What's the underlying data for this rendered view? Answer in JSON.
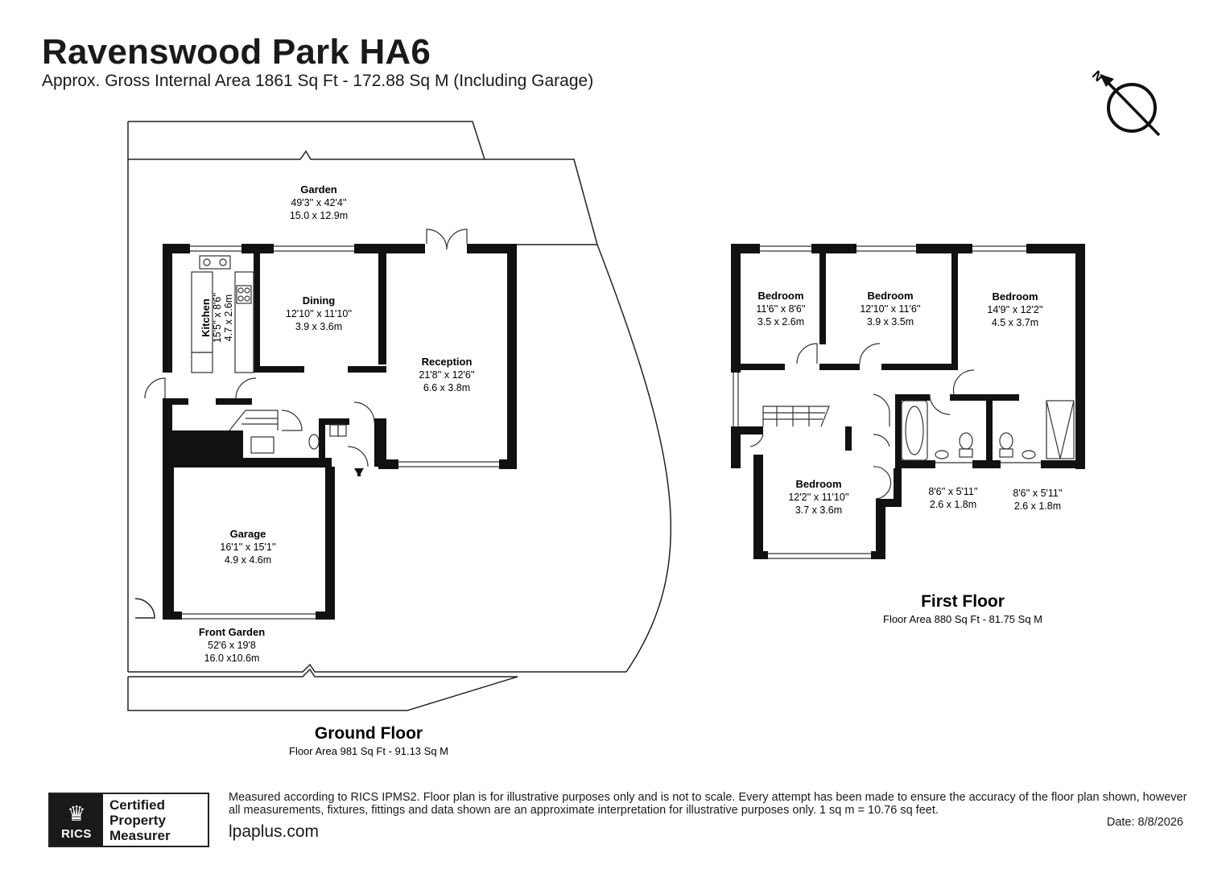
{
  "header": {
    "title": "Ravenswood Park HA6",
    "subtitle": "Approx. Gross Internal Area 1861 Sq Ft - 172.88 Sq M (Including Garage)"
  },
  "compass": {
    "label": "N"
  },
  "ground_floor": {
    "name": "Ground Floor",
    "area": "Floor Area 981 Sq Ft - 91.13 Sq M",
    "rooms": {
      "garden": {
        "name": "Garden",
        "imperial": "49'3'' x 42'4''",
        "metric": "15.0 x 12.9m"
      },
      "kitchen": {
        "name": "Kitchen",
        "imperial": "15'5'' x 8'6''",
        "metric": "4.7 x 2.6m"
      },
      "dining": {
        "name": "Dining",
        "imperial": "12'10'' x 11'10''",
        "metric": "3.9 x 3.6m"
      },
      "reception": {
        "name": "Reception",
        "imperial": "21'8'' x 12'6''",
        "metric": "6.6 x 3.8m"
      },
      "garage": {
        "name": "Garage",
        "imperial": "16'1'' x 15'1''",
        "metric": "4.9 x 4.6m"
      },
      "front_garden": {
        "name": "Front Garden",
        "imperial": "52'6 x 19'8",
        "metric": "16.0 x10.6m"
      }
    }
  },
  "first_floor": {
    "name": "First Floor",
    "area": "Floor Area 880 Sq Ft - 81.75 Sq M",
    "rooms": {
      "bedroom1": {
        "name": "Bedroom",
        "imperial": "11'6'' x 8'6''",
        "metric": "3.5 x 2.6m"
      },
      "bedroom2": {
        "name": "Bedroom",
        "imperial": "12'10'' x 11'6''",
        "metric": "3.9 x 3.5m"
      },
      "bedroom3": {
        "name": "Bedroom",
        "imperial": "14'9'' x 12'2''",
        "metric": "4.5 x 3.7m"
      },
      "bedroom4": {
        "name": "Bedroom",
        "imperial": "12'2'' x 11'10''",
        "metric": "3.7 x 3.6m"
      },
      "bathroom1": {
        "imperial": "8'6'' x 5'11''",
        "metric": "2.6 x 1.8m"
      },
      "bathroom2": {
        "imperial": "8'6'' x 5'11''",
        "metric": "2.6 x 1.8m"
      }
    }
  },
  "footer": {
    "logo_mark": "RICS",
    "logo_line1": "Certified",
    "logo_line2": "Property",
    "logo_line3": "Measurer",
    "disclaimer": "Measured according to RICS IPMS2. Floor plan is for illustrative purposes only and is not to scale. Every attempt has been made to ensure the accuracy of the floor plan shown, however all measurements, fixtures, fittings and data shown are an approximate interpretation for illustrative purposes only. 1 sq m = 10.76 sq feet.",
    "website": "lpaplus.com",
    "date": "Date: 8/8/2026"
  }
}
